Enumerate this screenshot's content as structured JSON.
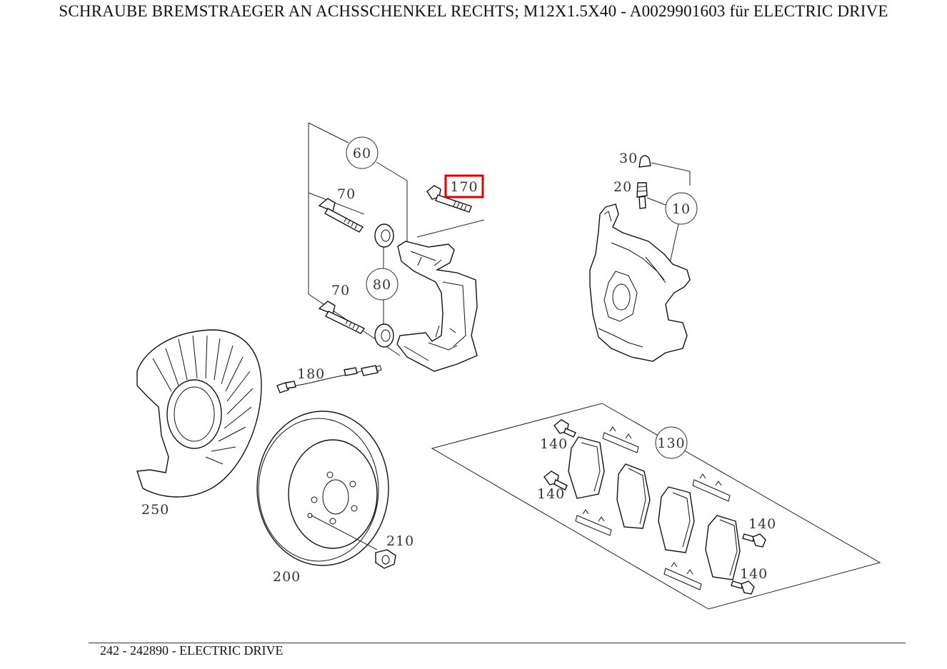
{
  "title": "SCHRAUBE BREMSTRAEGER AN ACHSSCHENKEL RECHTS; M12X1.5X40 - A0029901603 für ELECTRIC DRIVE",
  "footer": "242 - 242890 - ELECTRIC DRIVE",
  "highlight_color": "#e00000",
  "callouts": {
    "c60": "60",
    "c70a": "70",
    "c70b": "70",
    "c80": "80",
    "c170": "170",
    "c30": "30",
    "c20": "20",
    "c10": "10",
    "c180": "180",
    "c250": "250",
    "c200": "200",
    "c210": "210",
    "c130": "130",
    "c140a": "140",
    "c140b": "140",
    "c140c": "140",
    "c140d": "140"
  },
  "highlighted_part": "170"
}
